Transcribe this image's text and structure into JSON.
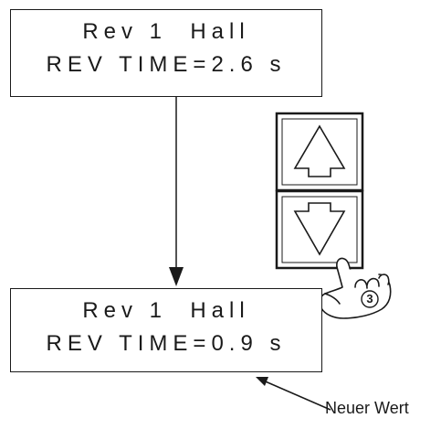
{
  "display_before": {
    "line1": "Rev 1  Hall",
    "line2": "REV TIME=2.6 s"
  },
  "display_after": {
    "line1": "Rev 1  Hall",
    "line2": "REV TIME=0.9 s"
  },
  "buttons": {
    "up": "up-arrow-icon",
    "down": "down-arrow-icon"
  },
  "step_number": "3",
  "annotation": "Neuer Wert"
}
